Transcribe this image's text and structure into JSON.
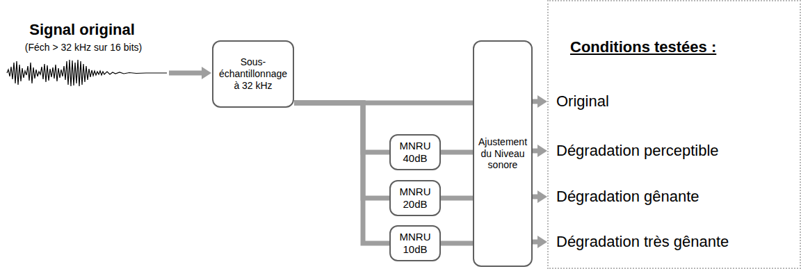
{
  "diagram": {
    "nodes": [
      {
        "text": [
          "Sous-échantillonnage à 32 kHz"
        ]
      },
      {
        "text": [
          "MNRU 40dB"
        ]
      },
      {
        "text": [
          "MNRU 20dB"
        ]
      },
      {
        "text": [
          "MNRU 10dB"
        ]
      },
      {
        "text": [
          "Ajustement du Niveau sonore"
        ]
      },
      {
        "text": [
          "Conditions testées :",
          "Original",
          "Dégradation perceptible",
          "Dégradation gênante",
          "Dégradation très gênante"
        ]
      }
    ],
    "edges": [
      {
        "from": 0,
        "to": 4,
        "arrow": "none"
      },
      {
        "from": 0,
        "to": 1,
        "arrow": "none"
      },
      {
        "from": 0,
        "to": 2,
        "arrow": "none"
      },
      {
        "from": 0,
        "to": 3,
        "arrow": "none"
      },
      {
        "from": 1,
        "to": 4,
        "arrow": "none"
      },
      {
        "from": 2,
        "to": 4,
        "arrow": "none"
      },
      {
        "from": 3,
        "to": 4,
        "arrow": "none"
      },
      {
        "from": 4,
        "to": 5,
        "arrow": "to"
      },
      {
        "from": 4,
        "to": 5,
        "arrow": "to"
      },
      {
        "from": 4,
        "to": 5,
        "arrow": "to"
      },
      {
        "from": 4,
        "to": 5,
        "arrow": "to"
      }
    ],
    "labels": [
      "Signal original",
      "(Féch > 32 kHz sur 16 bits)"
    ]
  }
}
